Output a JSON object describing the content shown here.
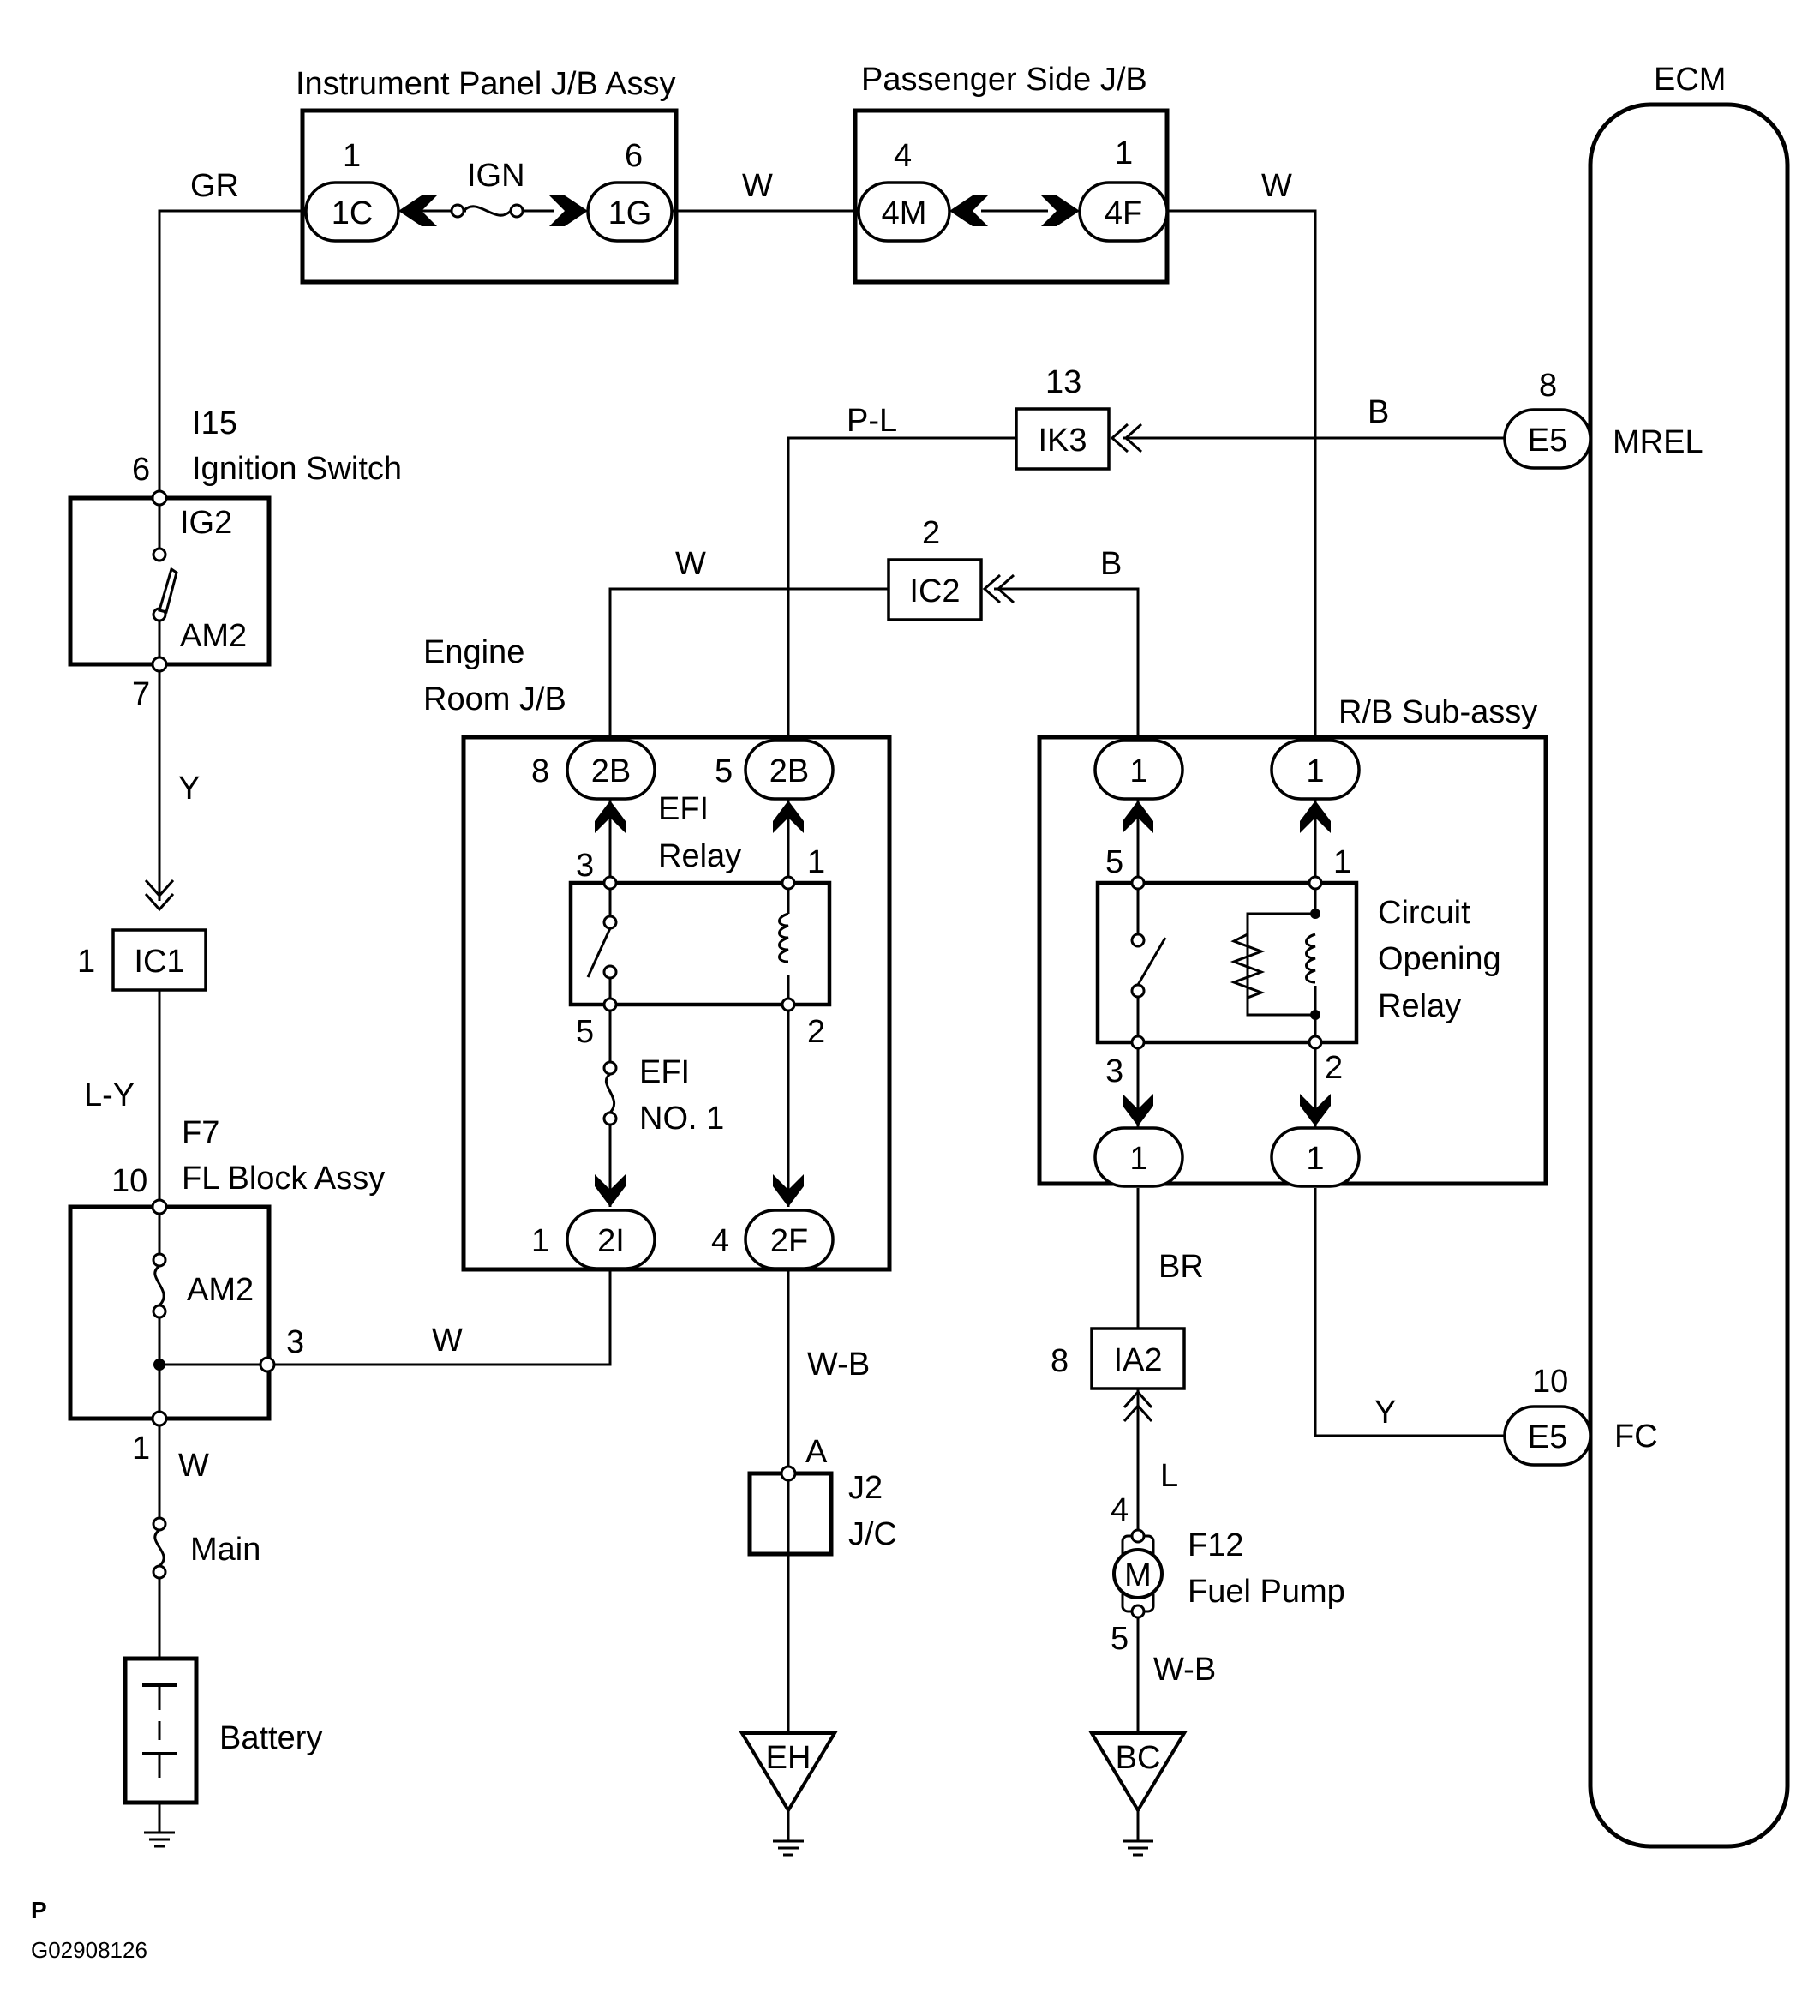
{
  "components": {
    "instrument_panel_jb": "Instrument Panel J/B Assy",
    "passenger_side_jb": "Passenger Side J/B",
    "ecm": "ECM",
    "ign_fuse": "IGN",
    "ignition_switch_code": "I15",
    "ignition_switch": "Ignition Switch",
    "ig2": "IG2",
    "am2_switch": "AM2",
    "engine_room_jb_line1": "Engine",
    "engine_room_jb_line2": "Room J/B",
    "efi_relay_line1": "EFI",
    "efi_relay_line2": "Relay",
    "efi_fuse_line1": "EFI",
    "efi_fuse_line2": "NO. 1",
    "rb_sub_assy": "R/B  Sub-assy",
    "circuit_opening_relay_line1": "Circuit",
    "circuit_opening_relay_line2": "Opening",
    "circuit_opening_relay_line3": "Relay",
    "fl_block_code": "F7",
    "fl_block": "FL Block Assy",
    "am2_fuse": "AM2",
    "main_fuse": "Main",
    "battery": "Battery",
    "jc_code": "J2",
    "jc": "J/C",
    "fuel_pump_code": "F12",
    "fuel_pump": "Fuel Pump",
    "motor": "M",
    "mrel": "MREL",
    "fc": "FC",
    "ground_eh": "EH",
    "ground_bc": "BC"
  },
  "connectors": {
    "c1C": "1C",
    "c1G": "1G",
    "c4M": "4M",
    "c4F": "4F",
    "ik3": "IK3",
    "ic2": "IC2",
    "ic1": "IC1",
    "ia2": "IA2",
    "e5_mrel": "E5",
    "e5_fc": "E5",
    "c2B_a": "2B",
    "c2B_b": "2B",
    "c2I": "2I",
    "c2F": "2F",
    "rb_top_left": "1",
    "rb_top_right": "1",
    "rb_bot_left": "1",
    "rb_bot_right": "1"
  },
  "pins": {
    "p1C": "1",
    "p1G": "6",
    "p4M": "4",
    "p4F": "1",
    "pIK3": "13",
    "pIC2": "2",
    "pMREL": "8",
    "pFC": "10",
    "ign_6": "6",
    "ign_7": "7",
    "ic1_1": "1",
    "fl_10": "10",
    "fl_3": "3",
    "fl_1": "1",
    "efi_8": "8",
    "efi_5": "5",
    "efi_3": "3",
    "efi_1": "1",
    "efi_5b": "5",
    "efi_2": "2",
    "efi_1b": "1",
    "efi_4": "4",
    "cor_5": "5",
    "cor_1": "1",
    "cor_3": "3",
    "cor_2": "2",
    "ia2_8": "8",
    "fp_4": "4",
    "fp_5": "5",
    "jc_A": "A"
  },
  "wires": {
    "gr": "GR",
    "w_top1": "W",
    "w_top2": "W",
    "p_l": "P-L",
    "b_mrel": "B",
    "w_ic2": "W",
    "b_ic2": "B",
    "y_ign": "Y",
    "l_y": "L-Y",
    "w_fl": "W",
    "w_main": "W",
    "w_b_eh": "W-B",
    "br": "BR",
    "l": "L",
    "w_b_bc": "W-B",
    "y_fc": "Y"
  },
  "footer": {
    "letter": "P",
    "code": "G02908126"
  }
}
